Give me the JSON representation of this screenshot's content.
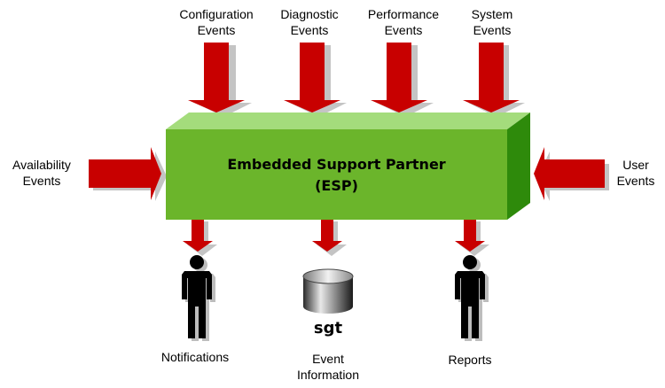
{
  "box": {
    "title_line1": "Embedded Support Partner",
    "title_line2": "(ESP)",
    "color_front": "#6bb52b",
    "color_top": "#a4dc7c",
    "color_side": "#2e8a0b"
  },
  "arrow_color": "#c80000",
  "inputs_top": [
    {
      "line1": "Configuration",
      "line2": "Events"
    },
    {
      "line1": "Diagnostic",
      "line2": "Events"
    },
    {
      "line1": "Performance",
      "line2": "Events"
    },
    {
      "line1": "System",
      "line2": "Events"
    }
  ],
  "input_left": {
    "line1": "Availability",
    "line2": "Events"
  },
  "input_right": {
    "line1": "User",
    "line2": "Events"
  },
  "outputs": [
    {
      "line1": "Notifications",
      "line2": "",
      "icon": "person-icon"
    },
    {
      "line1": "Event",
      "line2": "Information",
      "icon": "database-icon"
    },
    {
      "line1": "Reports",
      "line2": "",
      "icon": "person-icon"
    }
  ],
  "database_logo": "sgt"
}
